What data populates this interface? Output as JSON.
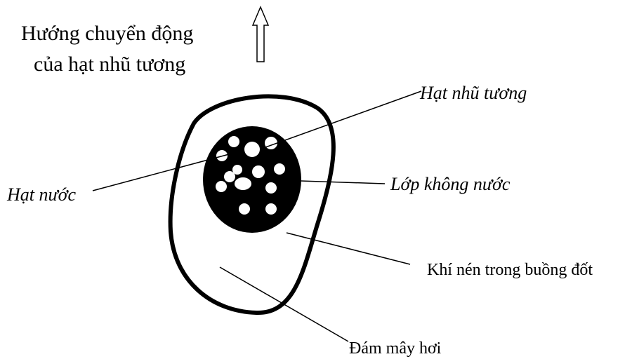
{
  "diagram": {
    "title_lines": [
      "Hướng chuyển động",
      "của hạt nhũ tương"
    ],
    "labels": {
      "emulsion_droplet": "Hạt nhũ tương",
      "water_droplet": "Hạt nước",
      "waterless_layer": "Lớp không nước",
      "compressed_gas": "Khí nén trong buồng đốt",
      "vapor_cloud": "Đám mây hơi"
    },
    "colors": {
      "stroke": "#000000",
      "core_fill": "#000000",
      "droplet_fill": "#ffffff",
      "background": "#ffffff"
    },
    "icons": {
      "direction_arrow": "up-arrow-outline-icon"
    }
  }
}
